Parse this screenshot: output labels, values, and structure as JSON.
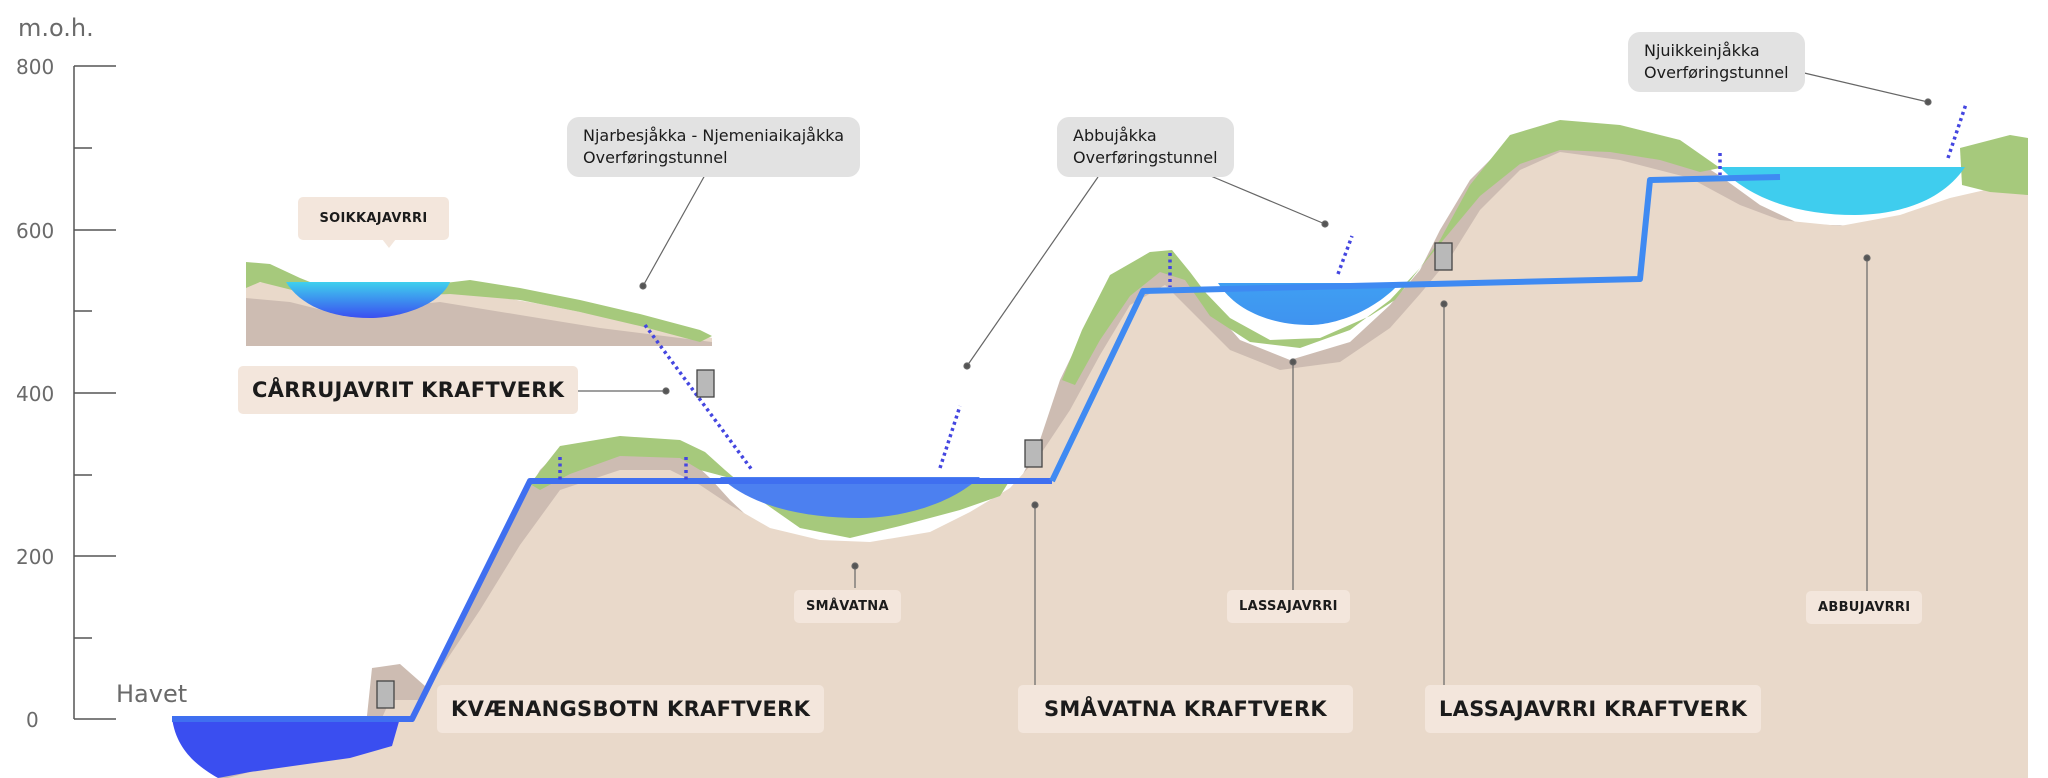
{
  "axis": {
    "unit": "m.o.h.",
    "ticks": [
      "800",
      "600",
      "400",
      "200",
      "0"
    ],
    "sea_label": "Havet"
  },
  "colors": {
    "terrain": "#e9d9ca",
    "terrain_shadow": "#cdbcb2",
    "vegetation": "#a6c97c",
    "water_deep": "#3a5cf0",
    "water_mid": "#3f8af2",
    "water_light": "#3fcdee",
    "pipe": "#3f8af2",
    "tunnel_dots": "#4446e0",
    "station": "#b9b9b9"
  },
  "power_plants": [
    {
      "name": "CÅRRUJAVRIT KRAFTVERK"
    },
    {
      "name": "KVÆNANGSBOTN KRAFTVERK"
    },
    {
      "name": "SMÅVATNA KRAFTVERK"
    },
    {
      "name": "LASSAJAVRRI KRAFTVERK"
    }
  ],
  "lakes": [
    {
      "name": "SOIKKAJAVRRI"
    },
    {
      "name": "SMÅVATNA"
    },
    {
      "name": "LASSAJAVRRI"
    },
    {
      "name": "ABBUJAVRRI"
    }
  ],
  "tunnels": [
    {
      "name": "Njarbesjåkka - Njemeniaikajåkka\nOverføringstunnel"
    },
    {
      "name": "Abbujåkka\nOverføringstunnel"
    },
    {
      "name": "Njuikkeinjåkka\nOverføringstunnel"
    }
  ]
}
